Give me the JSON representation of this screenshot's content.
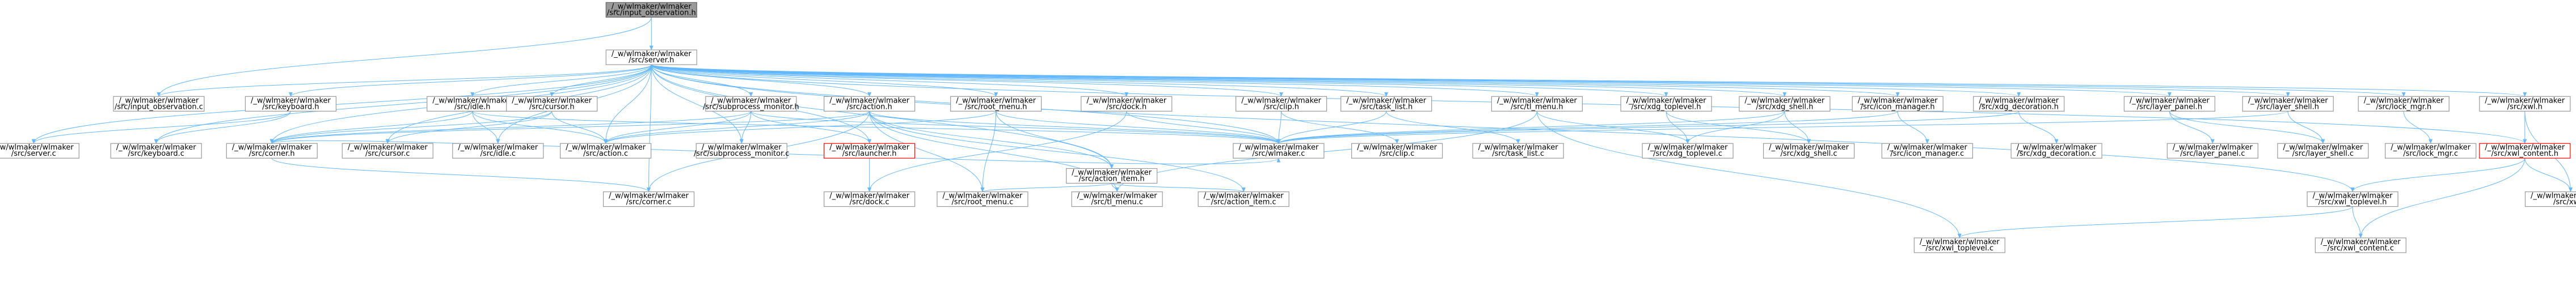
{
  "graph": {
    "edge_color": "#63b8ff",
    "node_border": "#999999",
    "focus_fill": "#999999",
    "missing_border": "#ff0000",
    "nodes": [
      {
        "id": "input_observation_h",
        "lines": [
          "/_w/wlmaker/wlmaker",
          "/src/input_observation.h"
        ],
        "style": "focus"
      },
      {
        "id": "server_h",
        "lines": [
          "/_w/wlmaker/wlmaker",
          "/src/server.h"
        ]
      },
      {
        "id": "input_observation_c",
        "lines": [
          "/_w/wlmaker/wlmaker",
          "/src/input_observation.c"
        ]
      },
      {
        "id": "keyboard_h",
        "lines": [
          "/_w/wlmaker/wlmaker",
          "/src/keyboard.h"
        ]
      },
      {
        "id": "idle_h",
        "lines": [
          "/_w/wlmaker/wlmaker",
          "/src/idle.h"
        ]
      },
      {
        "id": "cursor_h",
        "lines": [
          "/_w/wlmaker/wlmaker",
          "/src/cursor.h"
        ]
      },
      {
        "id": "subprocess_monitor_h",
        "lines": [
          "/_w/wlmaker/wlmaker",
          "/src/subprocess_monitor.h"
        ]
      },
      {
        "id": "action_h",
        "lines": [
          "/_w/wlmaker/wlmaker",
          "/src/action.h"
        ]
      },
      {
        "id": "root_menu_h",
        "lines": [
          "/_w/wlmaker/wlmaker",
          "/src/root_menu.h"
        ]
      },
      {
        "id": "dock_h",
        "lines": [
          "/_w/wlmaker/wlmaker",
          "/src/dock.h"
        ]
      },
      {
        "id": "clip_h",
        "lines": [
          "/_w/wlmaker/wlmaker",
          "/src/clip.h"
        ]
      },
      {
        "id": "task_list_h",
        "lines": [
          "/_w/wlmaker/wlmaker",
          "/src/task_list.h"
        ]
      },
      {
        "id": "tl_menu_h",
        "lines": [
          "/_w/wlmaker/wlmaker",
          "/src/tl_menu.h"
        ]
      },
      {
        "id": "xdg_toplevel_h",
        "lines": [
          "/_w/wlmaker/wlmaker",
          "/src/xdg_toplevel.h"
        ]
      },
      {
        "id": "xdg_shell_h",
        "lines": [
          "/_w/wlmaker/wlmaker",
          "/src/xdg_shell.h"
        ]
      },
      {
        "id": "icon_manager_h",
        "lines": [
          "/_w/wlmaker/wlmaker",
          "/src/icon_manager.h"
        ]
      },
      {
        "id": "xdg_decoration_h",
        "lines": [
          "/_w/wlmaker/wlmaker",
          "/src/xdg_decoration.h"
        ]
      },
      {
        "id": "layer_panel_h",
        "lines": [
          "/_w/wlmaker/wlmaker",
          "/src/layer_panel.h"
        ]
      },
      {
        "id": "layer_shell_h",
        "lines": [
          "/_w/wlmaker/wlmaker",
          "/src/layer_shell.h"
        ]
      },
      {
        "id": "lock_mgr_h",
        "lines": [
          "/_w/wlmaker/wlmaker",
          "/src/lock_mgr.h"
        ]
      },
      {
        "id": "xwl_h",
        "lines": [
          "/_w/wlmaker/wlmaker",
          "/src/xwl.h"
        ]
      },
      {
        "id": "server_c",
        "lines": [
          "/_w/wlmaker/wlmaker",
          "/src/server.c"
        ]
      },
      {
        "id": "keyboard_c",
        "lines": [
          "/_w/wlmaker/wlmaker",
          "/src/keyboard.c"
        ]
      },
      {
        "id": "corner_h",
        "lines": [
          "/_w/wlmaker/wlmaker",
          "/src/corner.h"
        ]
      },
      {
        "id": "cursor_c",
        "lines": [
          "/_w/wlmaker/wlmaker",
          "/src/cursor.c"
        ]
      },
      {
        "id": "idle_c",
        "lines": [
          "/_w/wlmaker/wlmaker",
          "/src/idle.c"
        ]
      },
      {
        "id": "action_c",
        "lines": [
          "/_w/wlmaker/wlmaker",
          "/src/action.c"
        ]
      },
      {
        "id": "subprocess_monitor_c",
        "lines": [
          "/_w/wlmaker/wlmaker",
          "/src/subprocess_monitor.c"
        ]
      },
      {
        "id": "launcher_h",
        "lines": [
          "/_w/wlmaker/wlmaker",
          "/src/launcher.h"
        ],
        "style": "missing"
      },
      {
        "id": "action_item_h",
        "lines": [
          "/_w/wlmaker/wlmaker",
          "/src/action_item.h"
        ]
      },
      {
        "id": "wlmaker_c",
        "lines": [
          "/_w/wlmaker/wlmaker",
          "/src/wlmaker.c"
        ]
      },
      {
        "id": "clip_c",
        "lines": [
          "/_w/wlmaker/wlmaker",
          "/src/clip.c"
        ]
      },
      {
        "id": "task_list_c",
        "lines": [
          "/_w/wlmaker/wlmaker",
          "/src/task_list.c"
        ]
      },
      {
        "id": "xdg_toplevel_c",
        "lines": [
          "/_w/wlmaker/wlmaker",
          "/src/xdg_toplevel.c"
        ]
      },
      {
        "id": "xdg_shell_c",
        "lines": [
          "/_w/wlmaker/wlmaker",
          "/src/xdg_shell.c"
        ]
      },
      {
        "id": "icon_manager_c",
        "lines": [
          "/_w/wlmaker/wlmaker",
          "/src/icon_manager.c"
        ]
      },
      {
        "id": "xdg_decoration_c",
        "lines": [
          "/_w/wlmaker/wlmaker",
          "/src/xdg_decoration.c"
        ]
      },
      {
        "id": "layer_panel_c",
        "lines": [
          "/_w/wlmaker/wlmaker",
          "/src/layer_panel.c"
        ]
      },
      {
        "id": "layer_shell_c",
        "lines": [
          "/_w/wlmaker/wlmaker",
          "/src/layer_shell.c"
        ]
      },
      {
        "id": "lock_mgr_c",
        "lines": [
          "/_w/wlmaker/wlmaker",
          "/src/lock_mgr.c"
        ]
      },
      {
        "id": "xwl_content_h",
        "lines": [
          "/_w/wlmaker/wlmaker",
          "/src/xwl_content.h"
        ],
        "style": "missing"
      },
      {
        "id": "corner_c",
        "lines": [
          "/_w/wlmaker/wlmaker",
          "/src/corner.c"
        ]
      },
      {
        "id": "dock_c",
        "lines": [
          "/_w/wlmaker/wlmaker",
          "/src/dock.c"
        ]
      },
      {
        "id": "root_menu_c",
        "lines": [
          "/_w/wlmaker/wlmaker",
          "/src/root_menu.c"
        ]
      },
      {
        "id": "tl_menu_c",
        "lines": [
          "/_w/wlmaker/wlmaker",
          "/src/tl_menu.c"
        ]
      },
      {
        "id": "action_item_c",
        "lines": [
          "/_w/wlmaker/wlmaker",
          "/src/action_item.c"
        ]
      },
      {
        "id": "xwl_toplevel_h",
        "lines": [
          "/_w/wlmaker/wlmaker",
          "/src/xwl_toplevel.h"
        ]
      },
      {
        "id": "xwl_c",
        "lines": [
          "/_w/wlmaker/wlmaker",
          "/src/xwl.c"
        ]
      },
      {
        "id": "xwl_toplevel_c",
        "lines": [
          "/_w/wlmaker/wlmaker",
          "/src/xwl_toplevel.c"
        ]
      },
      {
        "id": "xwl_content_c",
        "lines": [
          "/_w/wlmaker/wlmaker",
          "/src/xwl_content.c"
        ]
      }
    ],
    "edges": [
      [
        "input_observation_h",
        "server_h"
      ],
      [
        "input_observation_h",
        "input_observation_c"
      ],
      [
        "server_h",
        "input_observation_c"
      ],
      [
        "server_h",
        "keyboard_h"
      ],
      [
        "server_h",
        "idle_h"
      ],
      [
        "server_h",
        "cursor_h"
      ],
      [
        "server_h",
        "subprocess_monitor_h"
      ],
      [
        "server_h",
        "action_h"
      ],
      [
        "server_h",
        "root_menu_h"
      ],
      [
        "server_h",
        "dock_h"
      ],
      [
        "server_h",
        "clip_h"
      ],
      [
        "server_h",
        "task_list_h"
      ],
      [
        "server_h",
        "tl_menu_h"
      ],
      [
        "server_h",
        "xdg_toplevel_h"
      ],
      [
        "server_h",
        "xdg_shell_h"
      ],
      [
        "server_h",
        "icon_manager_h"
      ],
      [
        "server_h",
        "xdg_decoration_h"
      ],
      [
        "server_h",
        "layer_panel_h"
      ],
      [
        "server_h",
        "layer_shell_h"
      ],
      [
        "server_h",
        "lock_mgr_h"
      ],
      [
        "server_h",
        "xwl_h"
      ],
      [
        "server_h",
        "server_c"
      ],
      [
        "server_h",
        "keyboard_c"
      ],
      [
        "server_h",
        "corner_h"
      ],
      [
        "server_h",
        "cursor_c"
      ],
      [
        "server_h",
        "idle_c"
      ],
      [
        "server_h",
        "action_c"
      ],
      [
        "server_h",
        "subprocess_monitor_c"
      ],
      [
        "server_h",
        "launcher_h"
      ],
      [
        "server_h",
        "action_item_h"
      ],
      [
        "server_h",
        "wlmaker_c"
      ],
      [
        "server_h",
        "corner_c"
      ],
      [
        "server_h",
        "xwl_content_h"
      ],
      [
        "server_h",
        "xwl_toplevel_h"
      ],
      [
        "keyboard_h",
        "server_c"
      ],
      [
        "keyboard_h",
        "keyboard_c"
      ],
      [
        "idle_h",
        "idle_c"
      ],
      [
        "idle_h",
        "action_c"
      ],
      [
        "idle_h",
        "corner_h"
      ],
      [
        "idle_h",
        "wlmaker_c"
      ],
      [
        "cursor_h",
        "corner_h"
      ],
      [
        "cursor_h",
        "cursor_c"
      ],
      [
        "cursor_h",
        "action_c"
      ],
      [
        "subprocess_monitor_h",
        "action_c"
      ],
      [
        "subprocess_monitor_h",
        "subprocess_monitor_c"
      ],
      [
        "subprocess_monitor_h",
        "launcher_h"
      ],
      [
        "subprocess_monitor_h",
        "wlmaker_c"
      ],
      [
        "subprocess_monitor_h",
        "corner_h"
      ],
      [
        "action_h",
        "action_c"
      ],
      [
        "action_h",
        "action_item_h"
      ],
      [
        "action_h",
        "wlmaker_c"
      ],
      [
        "action_h",
        "root_menu_c"
      ],
      [
        "action_h",
        "tl_menu_c"
      ],
      [
        "action_h",
        "action_item_c"
      ],
      [
        "action_h",
        "corner_c"
      ],
      [
        "action_h",
        "corner_h"
      ],
      [
        "root_menu_h",
        "root_menu_c"
      ],
      [
        "root_menu_h",
        "action_item_h"
      ],
      [
        "root_menu_h",
        "wlmaker_c"
      ],
      [
        "root_menu_h",
        "action_c"
      ],
      [
        "dock_h",
        "dock_c"
      ],
      [
        "dock_h",
        "wlmaker_c"
      ],
      [
        "clip_h",
        "clip_c"
      ],
      [
        "clip_h",
        "wlmaker_c"
      ],
      [
        "task_list_h",
        "task_list_c"
      ],
      [
        "task_list_h",
        "wlmaker_c"
      ],
      [
        "tl_menu_h",
        "tl_menu_c"
      ],
      [
        "tl_menu_h",
        "xdg_toplevel_c"
      ],
      [
        "tl_menu_h",
        "xwl_toplevel_c"
      ],
      [
        "xdg_toplevel_h",
        "xdg_toplevel_c"
      ],
      [
        "xdg_toplevel_h",
        "xdg_shell_c"
      ],
      [
        "xdg_shell_h",
        "xdg_shell_c"
      ],
      [
        "xdg_shell_h",
        "xdg_toplevel_c"
      ],
      [
        "xdg_shell_h",
        "wlmaker_c"
      ],
      [
        "icon_manager_h",
        "icon_manager_c"
      ],
      [
        "icon_manager_h",
        "wlmaker_c"
      ],
      [
        "xdg_decoration_h",
        "xdg_decoration_c"
      ],
      [
        "xdg_decoration_h",
        "wlmaker_c"
      ],
      [
        "layer_panel_h",
        "layer_panel_c"
      ],
      [
        "layer_panel_h",
        "layer_shell_c"
      ],
      [
        "layer_shell_h",
        "layer_shell_c"
      ],
      [
        "layer_shell_h",
        "wlmaker_c"
      ],
      [
        "lock_mgr_h",
        "lock_mgr_c"
      ],
      [
        "xwl_h",
        "xwl_content_h"
      ],
      [
        "xwl_h",
        "xwl_c"
      ],
      [
        "corner_h",
        "corner_c"
      ],
      [
        "corner_h",
        "wlmaker_c"
      ],
      [
        "launcher_h",
        "dock_c"
      ],
      [
        "action_item_h",
        "root_menu_c"
      ],
      [
        "action_item_h",
        "tl_menu_c"
      ],
      [
        "action_item_h",
        "action_item_c"
      ],
      [
        "xwl_content_h",
        "xwl_toplevel_h"
      ],
      [
        "xwl_content_h",
        "xwl_c"
      ],
      [
        "xwl_content_h",
        "xwl_content_c"
      ],
      [
        "xwl_toplevel_h",
        "xwl_toplevel_c"
      ],
      [
        "xwl_toplevel_h",
        "xwl_content_c"
      ]
    ]
  }
}
